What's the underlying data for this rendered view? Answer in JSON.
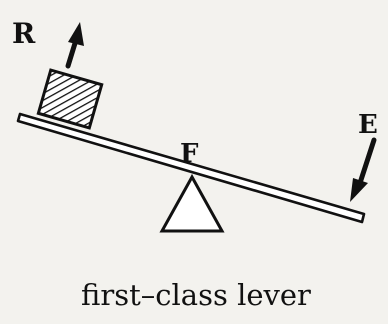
{
  "labels": {
    "resistance": "R",
    "fulcrum": "F",
    "effort": "E"
  },
  "caption": "first–class lever",
  "colors": {
    "ink": "#111111",
    "paper": "#f3f2ee",
    "beam": "#ffffff"
  },
  "icons": {
    "load": "hatched-box-icon",
    "up-arrow": "arrow-up-icon",
    "down-arrow": "arrow-down-icon",
    "fulcrum": "triangle-icon"
  }
}
